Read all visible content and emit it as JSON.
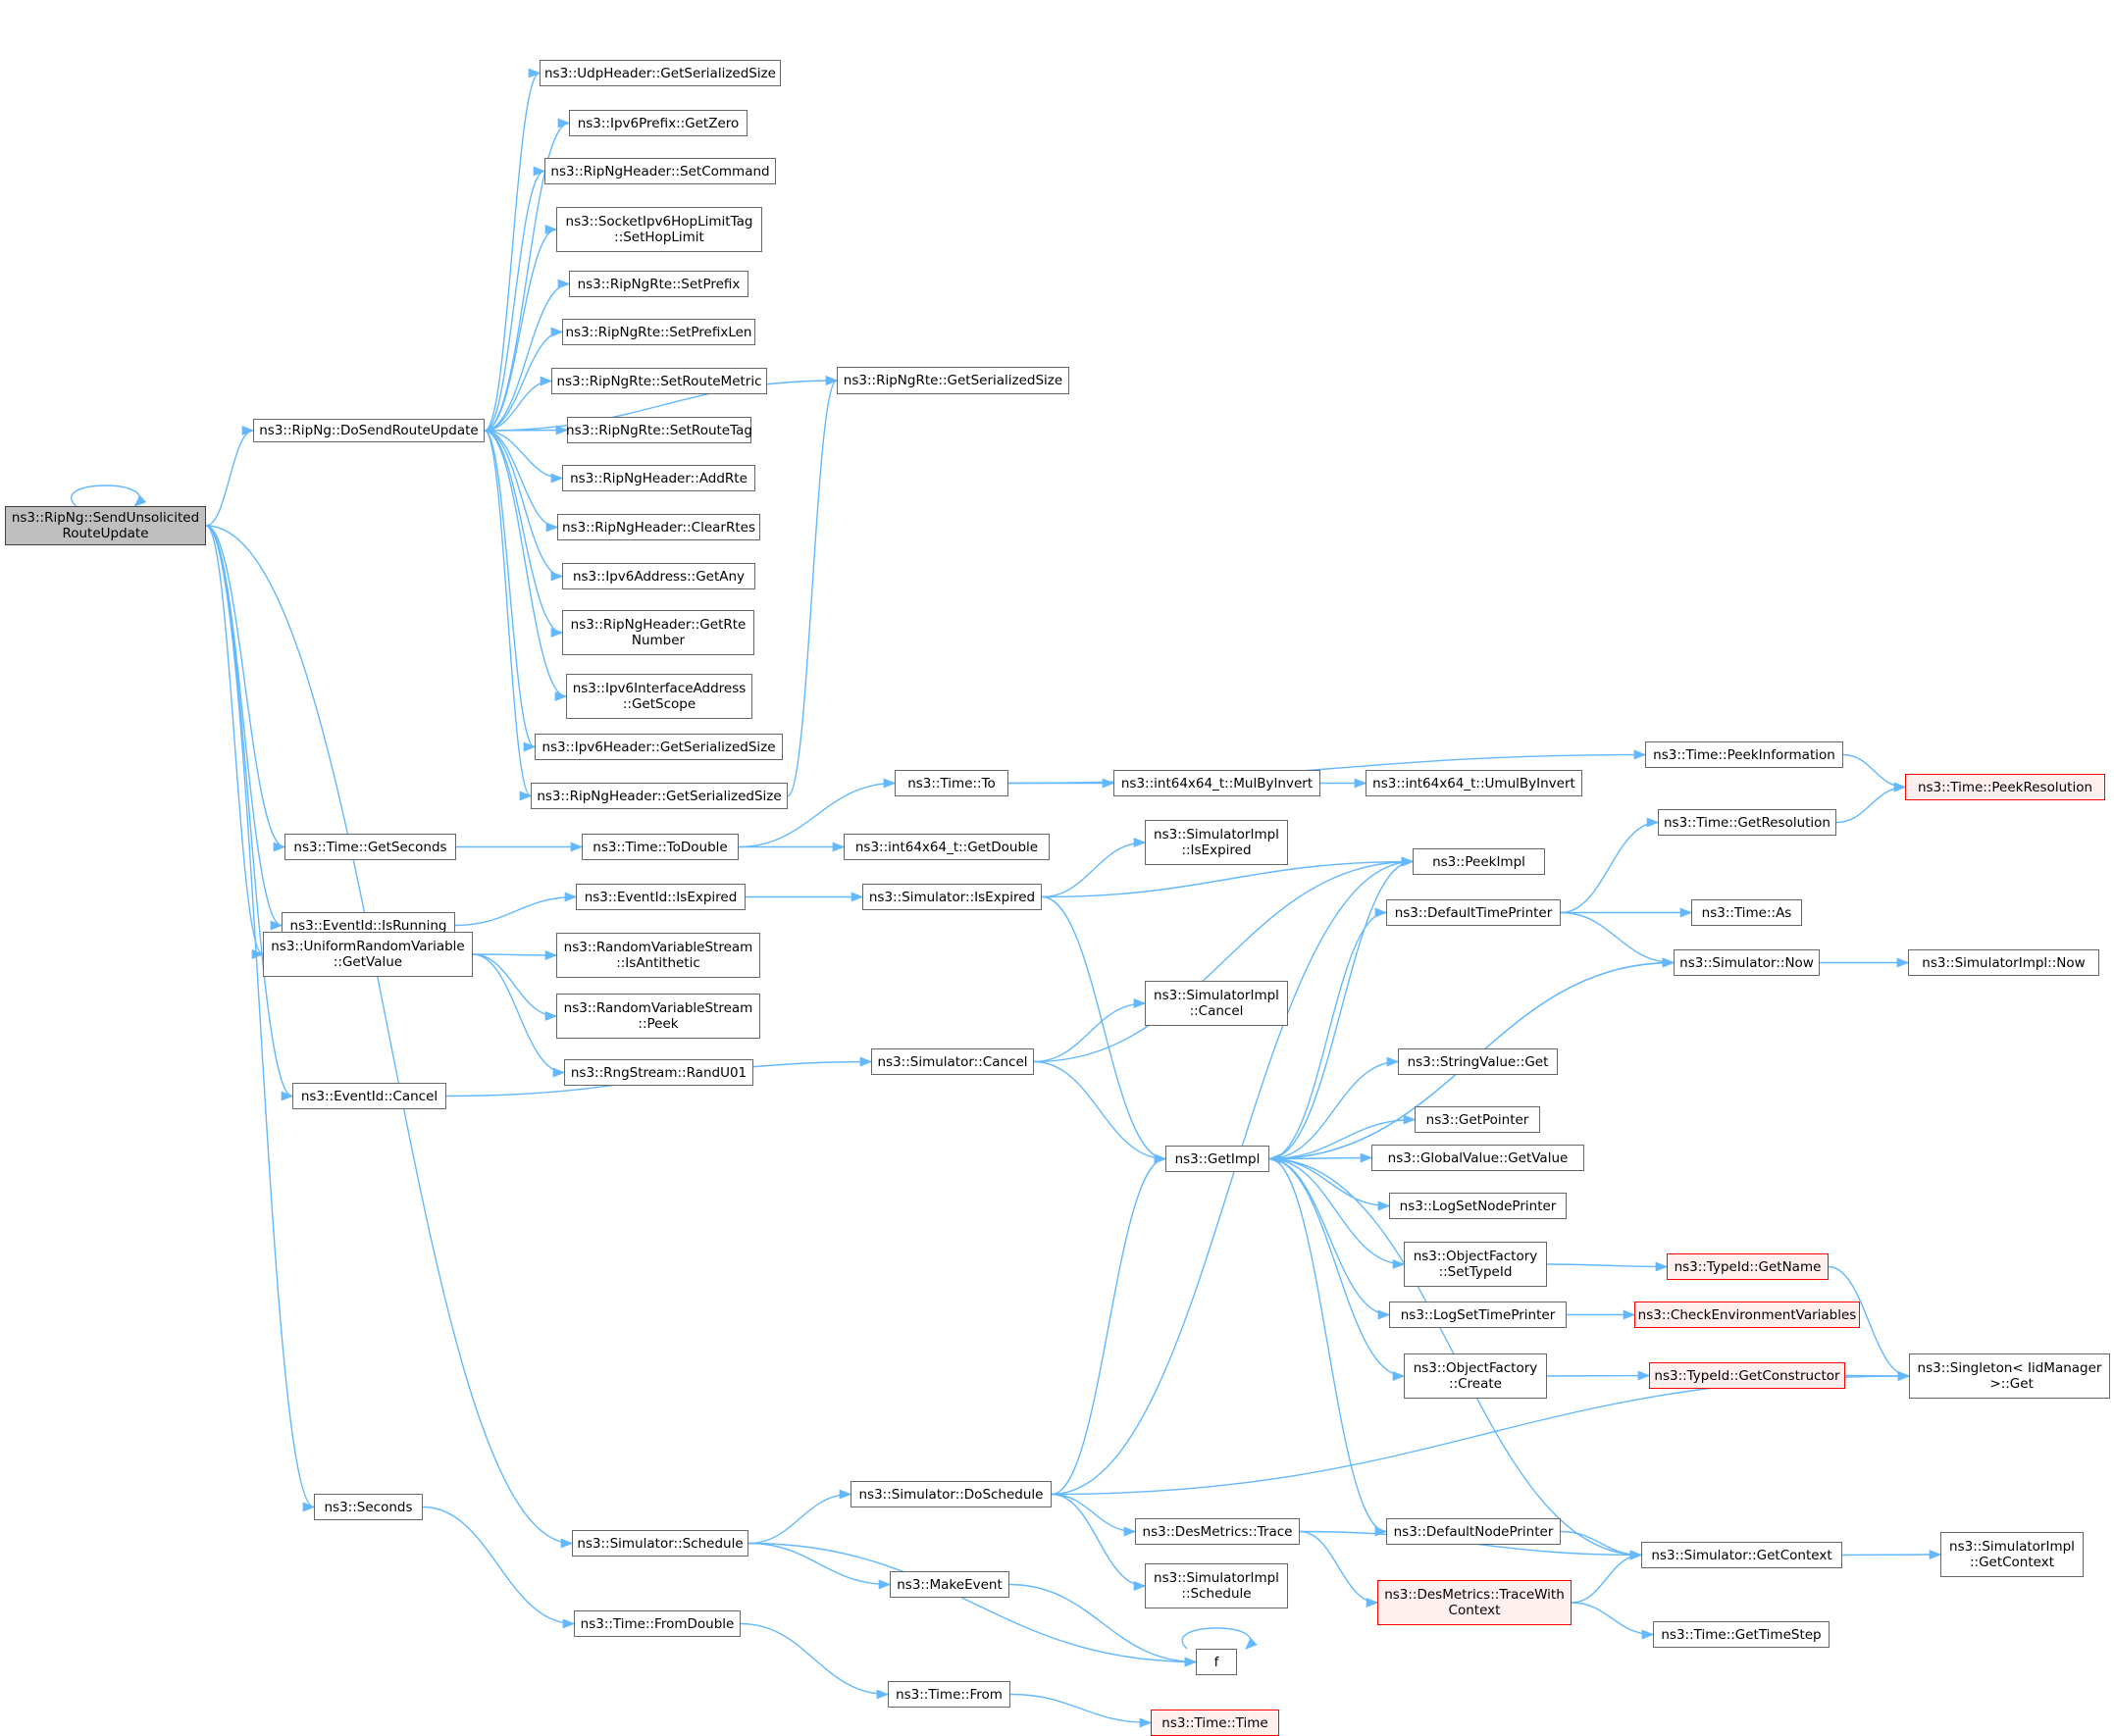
{
  "diagram": {
    "edge_color": "#63b8ff",
    "node_border_color": "#666666",
    "highlight_fill": "#bfbfbf",
    "incomplete_border_color": "#ff0000",
    "nodes": [
      {
        "id": "root",
        "label": "ns3::RipNg::SendUnsolicited\nRouteUpdate",
        "style": "hl"
      },
      {
        "id": "dosend",
        "label": "ns3::RipNg::DoSendRouteUpdate"
      },
      {
        "id": "udpsize",
        "label": "ns3::UdpHeader::GetSerializedSize"
      },
      {
        "id": "v6zero",
        "label": "ns3::Ipv6Prefix::GetZero"
      },
      {
        "id": "setcmd",
        "label": "ns3::RipNgHeader::SetCommand"
      },
      {
        "id": "hoplimit",
        "label": "ns3::SocketIpv6HopLimitTag\n::SetHopLimit"
      },
      {
        "id": "setprefix",
        "label": "ns3::RipNgRte::SetPrefix"
      },
      {
        "id": "setprefixlen",
        "label": "ns3::RipNgRte::SetPrefixLen"
      },
      {
        "id": "setmetric",
        "label": "ns3::RipNgRte::SetRouteMetric"
      },
      {
        "id": "settag",
        "label": "ns3::RipNgRte::SetRouteTag"
      },
      {
        "id": "addrte",
        "label": "ns3::RipNgHeader::AddRte"
      },
      {
        "id": "clearrtes",
        "label": "ns3::RipNgHeader::ClearRtes"
      },
      {
        "id": "getany",
        "label": "ns3::Ipv6Address::GetAny"
      },
      {
        "id": "getrtenum",
        "label": "ns3::RipNgHeader::GetRte\nNumber"
      },
      {
        "id": "getscope",
        "label": "ns3::Ipv6InterfaceAddress\n::GetScope"
      },
      {
        "id": "v6hdrsize",
        "label": "ns3::Ipv6Header::GetSerializedSize"
      },
      {
        "id": "ripnghdrsize",
        "label": "ns3::RipNgHeader::GetSerializedSize"
      },
      {
        "id": "rtesize",
        "label": "ns3::RipNgRte::GetSerializedSize"
      },
      {
        "id": "getseconds",
        "label": "ns3::Time::GetSeconds"
      },
      {
        "id": "todouble",
        "label": "ns3::Time::ToDouble"
      },
      {
        "id": "timeto",
        "label": "ns3::Time::To"
      },
      {
        "id": "getdouble",
        "label": "ns3::int64x64_t::GetDouble"
      },
      {
        "id": "mulbyinvert",
        "label": "ns3::int64x64_t::MulByInvert"
      },
      {
        "id": "umulbyinvert",
        "label": "ns3::int64x64_t::UmulByInvert"
      },
      {
        "id": "peekinfo",
        "label": "ns3::Time::PeekInformation"
      },
      {
        "id": "peekres",
        "label": "ns3::Time::PeekResolution",
        "style": "red"
      },
      {
        "id": "isrunning",
        "label": "ns3::EventId::IsRunning"
      },
      {
        "id": "evisexpired",
        "label": "ns3::EventId::IsExpired"
      },
      {
        "id": "simisexpired",
        "label": "ns3::Simulator::IsExpired"
      },
      {
        "id": "implisexpired",
        "label": "ns3::SimulatorImpl\n::IsExpired"
      },
      {
        "id": "peekimpl",
        "label": "ns3::PeekImpl"
      },
      {
        "id": "getresolution",
        "label": "ns3::Time::GetResolution"
      },
      {
        "id": "deftimeprinter",
        "label": "ns3::DefaultTimePrinter"
      },
      {
        "id": "timeas",
        "label": "ns3::Time::As"
      },
      {
        "id": "simnow",
        "label": "ns3::Simulator::Now"
      },
      {
        "id": "implnow",
        "label": "ns3::SimulatorImpl::Now"
      },
      {
        "id": "urvgetvalue",
        "label": "ns3::UniformRandomVariable\n::GetValue"
      },
      {
        "id": "isantithetic",
        "label": "ns3::RandomVariableStream\n::IsAntithetic"
      },
      {
        "id": "rvspeek",
        "label": "ns3::RandomVariableStream\n::Peek"
      },
      {
        "id": "randu01",
        "label": "ns3::RngStream::RandU01"
      },
      {
        "id": "evcancel",
        "label": "ns3::EventId::Cancel"
      },
      {
        "id": "simcancel",
        "label": "ns3::Simulator::Cancel"
      },
      {
        "id": "implcancel",
        "label": "ns3::SimulatorImpl\n::Cancel"
      },
      {
        "id": "getimpl",
        "label": "ns3::GetImpl"
      },
      {
        "id": "strget",
        "label": "ns3::StringValue::Get"
      },
      {
        "id": "getpointer",
        "label": "ns3::GetPointer"
      },
      {
        "id": "gvgetvalue",
        "label": "ns3::GlobalValue::GetValue"
      },
      {
        "id": "logsetnode",
        "label": "ns3::LogSetNodePrinter"
      },
      {
        "id": "ofsettypeid",
        "label": "ns3::ObjectFactory\n::SetTypeId"
      },
      {
        "id": "typeidgetname",
        "label": "ns3::TypeId::GetName",
        "style": "red"
      },
      {
        "id": "logsettime",
        "label": "ns3::LogSetTimePrinter"
      },
      {
        "id": "checkenv",
        "label": "ns3::CheckEnvironmentVariables",
        "style": "red"
      },
      {
        "id": "ofcreate",
        "label": "ns3::ObjectFactory\n::Create"
      },
      {
        "id": "getctor",
        "label": "ns3::TypeId::GetConstructor",
        "style": "red"
      },
      {
        "id": "singleton",
        "label": "ns3::Singleton< IidManager\n >::Get"
      },
      {
        "id": "seconds",
        "label": "ns3::Seconds"
      },
      {
        "id": "simschedule",
        "label": "ns3::Simulator::Schedule"
      },
      {
        "id": "doschedule",
        "label": "ns3::Simulator::DoSchedule"
      },
      {
        "id": "destrace",
        "label": "ns3::DesMetrics::Trace"
      },
      {
        "id": "defnodeprinter",
        "label": "ns3::DefaultNodePrinter"
      },
      {
        "id": "simgetctx",
        "label": "ns3::Simulator::GetContext"
      },
      {
        "id": "implgetctx",
        "label": "ns3::SimulatorImpl\n::GetContext"
      },
      {
        "id": "implschedule",
        "label": "ns3::SimulatorImpl\n::Schedule"
      },
      {
        "id": "tracewithctx",
        "label": "ns3::DesMetrics::TraceWith\nContext",
        "style": "red"
      },
      {
        "id": "timestep",
        "label": "ns3::Time::GetTimeStep"
      },
      {
        "id": "makeevent",
        "label": "ns3::MakeEvent"
      },
      {
        "id": "f",
        "label": "f"
      },
      {
        "id": "fromdouble",
        "label": "ns3::Time::FromDouble"
      },
      {
        "id": "timefrom",
        "label": "ns3::Time::From"
      },
      {
        "id": "timetime",
        "label": "ns3::Time::Time",
        "style": "red"
      }
    ],
    "edges": [
      [
        "root",
        "root"
      ],
      [
        "root",
        "dosend"
      ],
      [
        "root",
        "getseconds"
      ],
      [
        "root",
        "isrunning"
      ],
      [
        "root",
        "urvgetvalue"
      ],
      [
        "root",
        "evcancel"
      ],
      [
        "root",
        "seconds"
      ],
      [
        "root",
        "simschedule"
      ],
      [
        "dosend",
        "udpsize"
      ],
      [
        "dosend",
        "v6zero"
      ],
      [
        "dosend",
        "setcmd"
      ],
      [
        "dosend",
        "hoplimit"
      ],
      [
        "dosend",
        "setprefix"
      ],
      [
        "dosend",
        "setprefixlen"
      ],
      [
        "dosend",
        "setmetric"
      ],
      [
        "dosend",
        "settag"
      ],
      [
        "dosend",
        "addrte"
      ],
      [
        "dosend",
        "clearrtes"
      ],
      [
        "dosend",
        "getany"
      ],
      [
        "dosend",
        "getrtenum"
      ],
      [
        "dosend",
        "getscope"
      ],
      [
        "dosend",
        "v6hdrsize"
      ],
      [
        "dosend",
        "ripnghdrsize"
      ],
      [
        "dosend",
        "rtesize"
      ],
      [
        "ripnghdrsize",
        "rtesize"
      ],
      [
        "getseconds",
        "todouble"
      ],
      [
        "todouble",
        "timeto"
      ],
      [
        "todouble",
        "getdouble"
      ],
      [
        "timeto",
        "mulbyinvert"
      ],
      [
        "timeto",
        "peekinfo"
      ],
      [
        "mulbyinvert",
        "umulbyinvert"
      ],
      [
        "peekinfo",
        "peekres"
      ],
      [
        "isrunning",
        "evisexpired"
      ],
      [
        "evisexpired",
        "simisexpired"
      ],
      [
        "simisexpired",
        "implisexpired"
      ],
      [
        "simisexpired",
        "peekimpl"
      ],
      [
        "simisexpired",
        "getimpl"
      ],
      [
        "urvgetvalue",
        "isantithetic"
      ],
      [
        "urvgetvalue",
        "rvspeek"
      ],
      [
        "urvgetvalue",
        "randu01"
      ],
      [
        "evcancel",
        "simcancel"
      ],
      [
        "simcancel",
        "implcancel"
      ],
      [
        "simcancel",
        "peekimpl"
      ],
      [
        "simcancel",
        "getimpl"
      ],
      [
        "getimpl",
        "peekimpl"
      ],
      [
        "getimpl",
        "deftimeprinter"
      ],
      [
        "getimpl",
        "simnow"
      ],
      [
        "getimpl",
        "strget"
      ],
      [
        "getimpl",
        "getpointer"
      ],
      [
        "getimpl",
        "gvgetvalue"
      ],
      [
        "getimpl",
        "logsetnode"
      ],
      [
        "getimpl",
        "ofsettypeid"
      ],
      [
        "getimpl",
        "logsettime"
      ],
      [
        "getimpl",
        "ofcreate"
      ],
      [
        "getimpl",
        "defnodeprinter"
      ],
      [
        "deftimeprinter",
        "getresolution"
      ],
      [
        "deftimeprinter",
        "timeas"
      ],
      [
        "deftimeprinter",
        "simnow"
      ],
      [
        "getresolution",
        "peekres"
      ],
      [
        "simnow",
        "implnow"
      ],
      [
        "simnow",
        "getimpl"
      ],
      [
        "ofsettypeid",
        "typeidgetname"
      ],
      [
        "typeidgetname",
        "singleton"
      ],
      [
        "logsettime",
        "checkenv"
      ],
      [
        "ofcreate",
        "getctor"
      ],
      [
        "getctor",
        "singleton"
      ],
      [
        "seconds",
        "fromdouble"
      ],
      [
        "fromdouble",
        "timefrom"
      ],
      [
        "timefrom",
        "timetime"
      ],
      [
        "simschedule",
        "doschedule"
      ],
      [
        "simschedule",
        "makeevent"
      ],
      [
        "simschedule",
        "f"
      ],
      [
        "doschedule",
        "peekimpl"
      ],
      [
        "doschedule",
        "getimpl"
      ],
      [
        "doschedule",
        "singleton"
      ],
      [
        "doschedule",
        "destrace"
      ],
      [
        "doschedule",
        "implschedule"
      ],
      [
        "destrace",
        "simgetctx"
      ],
      [
        "destrace",
        "tracewithctx"
      ],
      [
        "defnodeprinter",
        "simgetctx"
      ],
      [
        "simgetctx",
        "getimpl"
      ],
      [
        "simgetctx",
        "implgetctx"
      ],
      [
        "tracewithctx",
        "simgetctx"
      ],
      [
        "tracewithctx",
        "timestep"
      ],
      [
        "makeevent",
        "f"
      ],
      [
        "f",
        "f"
      ]
    ]
  }
}
